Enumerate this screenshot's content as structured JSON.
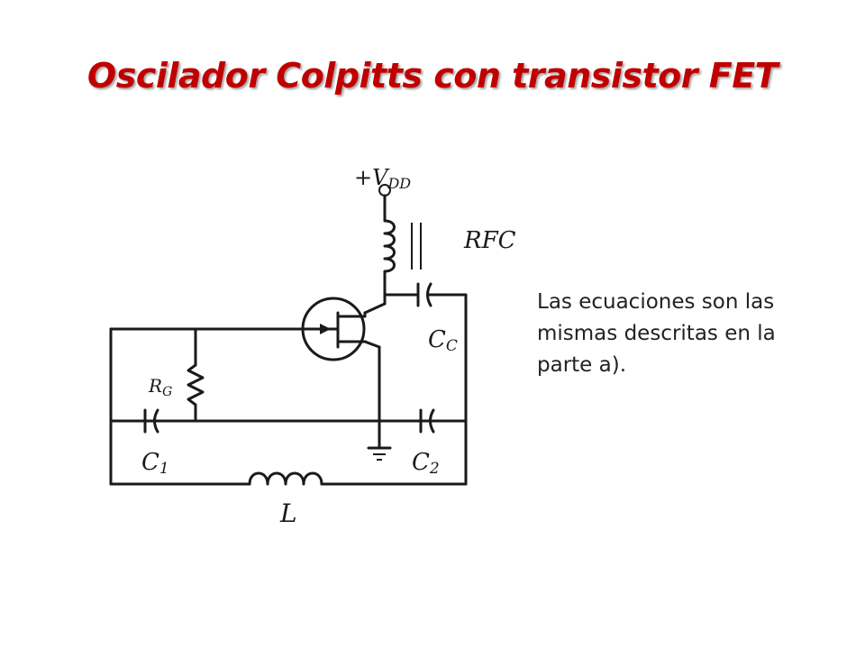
{
  "slide": {
    "title": "Oscilador Colpitts con transistor FET",
    "title_color": "#c00000",
    "note": "Las ecuaciones son las mismas descritas en la parte a)."
  },
  "diagram": {
    "supply_label": "+V",
    "supply_sub": "DD",
    "rfc_label": "RFC",
    "cc_label": "C",
    "cc_sub": "C",
    "rg_label": "R",
    "rg_sub": "G",
    "c1_label": "C",
    "c1_sub": "1",
    "c2_label": "C",
    "c2_sub": "2",
    "l_label": "L"
  }
}
